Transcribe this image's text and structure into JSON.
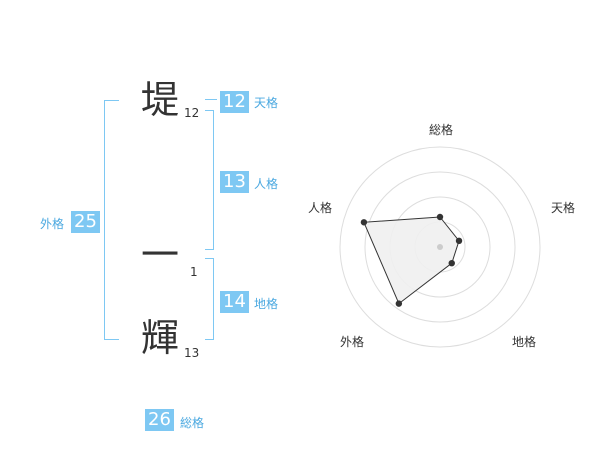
{
  "name": {
    "chars": [
      {
        "char": "堤",
        "strokes": "12"
      },
      {
        "char": "一",
        "strokes": "1"
      },
      {
        "char": "輝",
        "strokes": "13"
      }
    ]
  },
  "kaku": {
    "tenkaku": {
      "value": "12",
      "label": "天格"
    },
    "jinkaku": {
      "value": "13",
      "label": "人格"
    },
    "chikaku": {
      "value": "14",
      "label": "地格"
    },
    "gaikaku": {
      "value": "25",
      "label": "外格"
    },
    "soukaku": {
      "value": "26",
      "label": "総格"
    }
  },
  "chart_data": {
    "type": "radar",
    "axes": [
      "総格",
      "天格",
      "地格",
      "外格",
      "人格"
    ],
    "values": [
      1.5,
      1.0,
      1.0,
      3.5,
      4.0
    ],
    "rmax": 5,
    "ring_count": 4,
    "colors": {
      "fill": "#f0f0f0",
      "stroke": "#333333",
      "ring": "#dddddd",
      "point": "#333333",
      "center": "#cccccc"
    }
  }
}
